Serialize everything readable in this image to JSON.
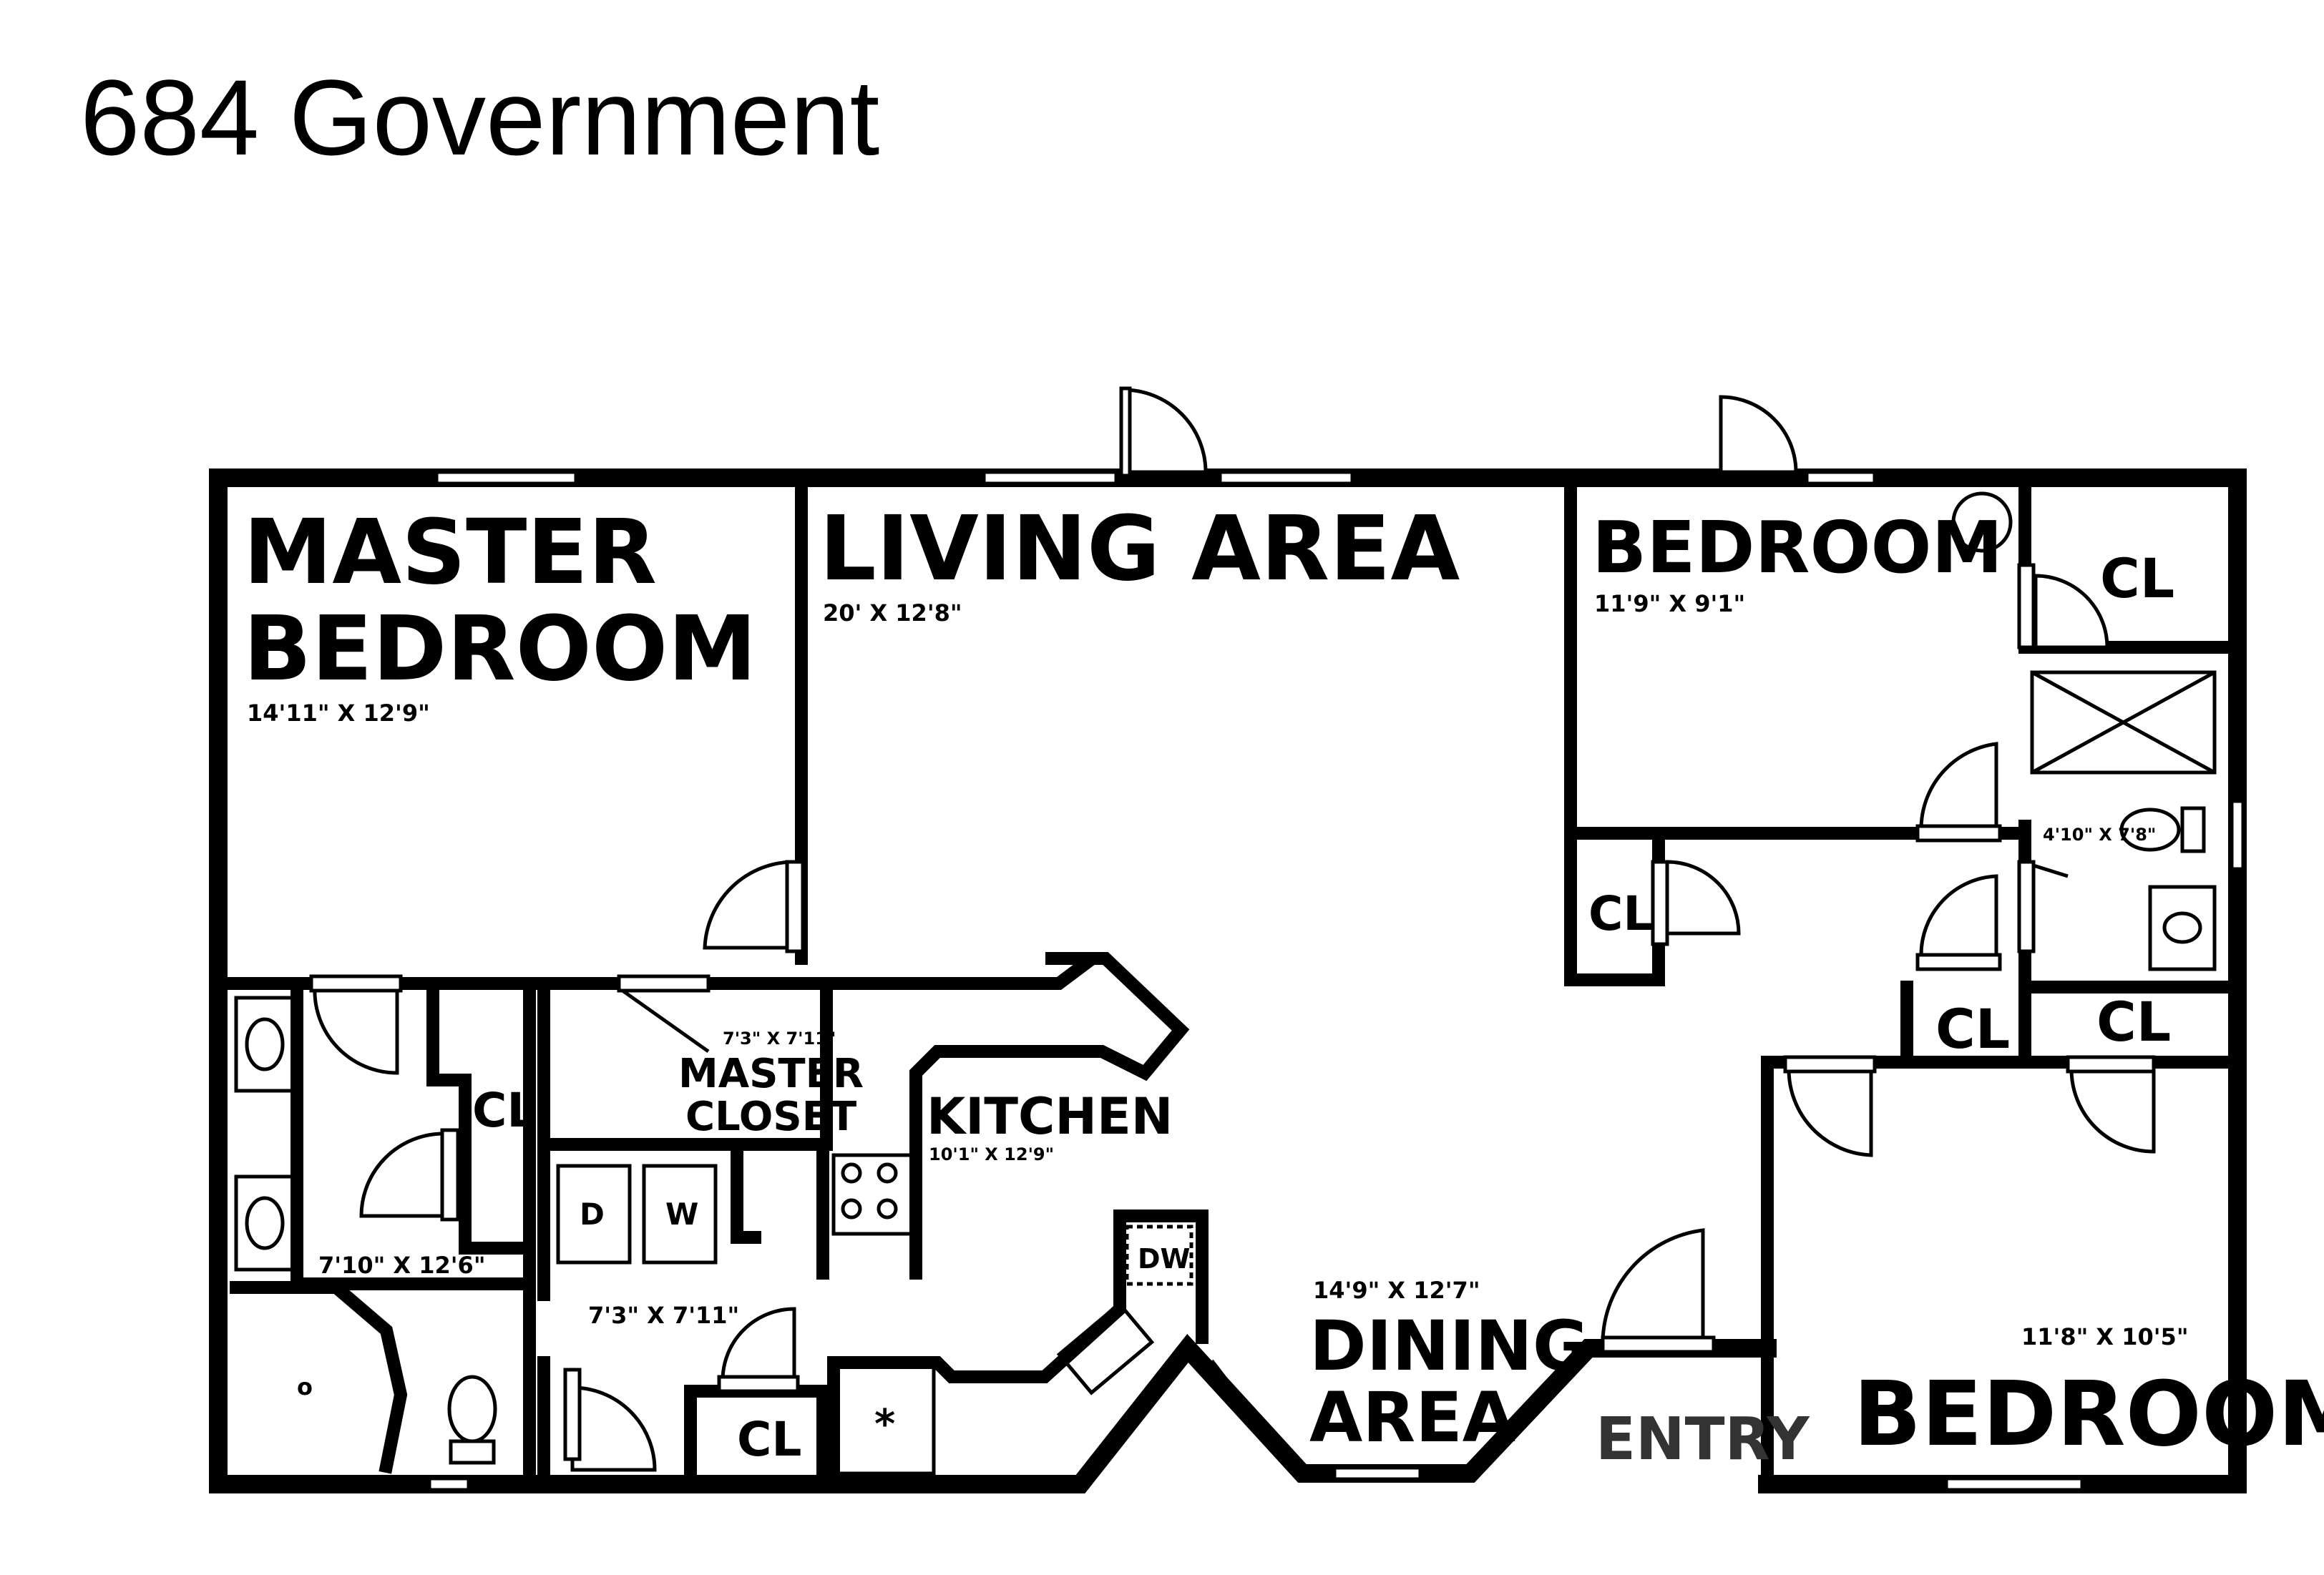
{
  "title": "684 Government",
  "rooms": {
    "master_bedroom": {
      "line1": "MASTER",
      "line2": "BEDROOM",
      "dims": "14'11\" X 12'9\""
    },
    "living_area": {
      "name": "LIVING AREA",
      "dims": "20' X 12'8\""
    },
    "bedroom_top": {
      "name": "BEDROOM",
      "dims": "11'9\" X 9'1\""
    },
    "bedroom_bottom": {
      "name": "BEDROOM",
      "dims": "11'8\" X 10'5\""
    },
    "master_closet": {
      "dims": "7'3\" X 7'11\"",
      "line1": "MASTER",
      "line2": "CLOSET"
    },
    "kitchen": {
      "name": "KITCHEN",
      "dims": "10'1\" X 12'9\""
    },
    "dining_area": {
      "dims": "14'9\" X 12'7\"",
      "line1": "DINING",
      "line2": "AREA"
    },
    "entry": {
      "name": "ENTRY"
    },
    "master_bath": {
      "dims": "7'10\" X 12'6\""
    },
    "laundry": {
      "dims": "7'3\" X 7'11\""
    },
    "hall_bath": {
      "dims": "4'10\" X 7'8\""
    }
  },
  "closets": {
    "cl_label": "CL"
  },
  "appliances": {
    "dryer": "D",
    "washer": "W",
    "dishwasher": "DW",
    "asterisk": "*",
    "shower_mark": "o"
  }
}
